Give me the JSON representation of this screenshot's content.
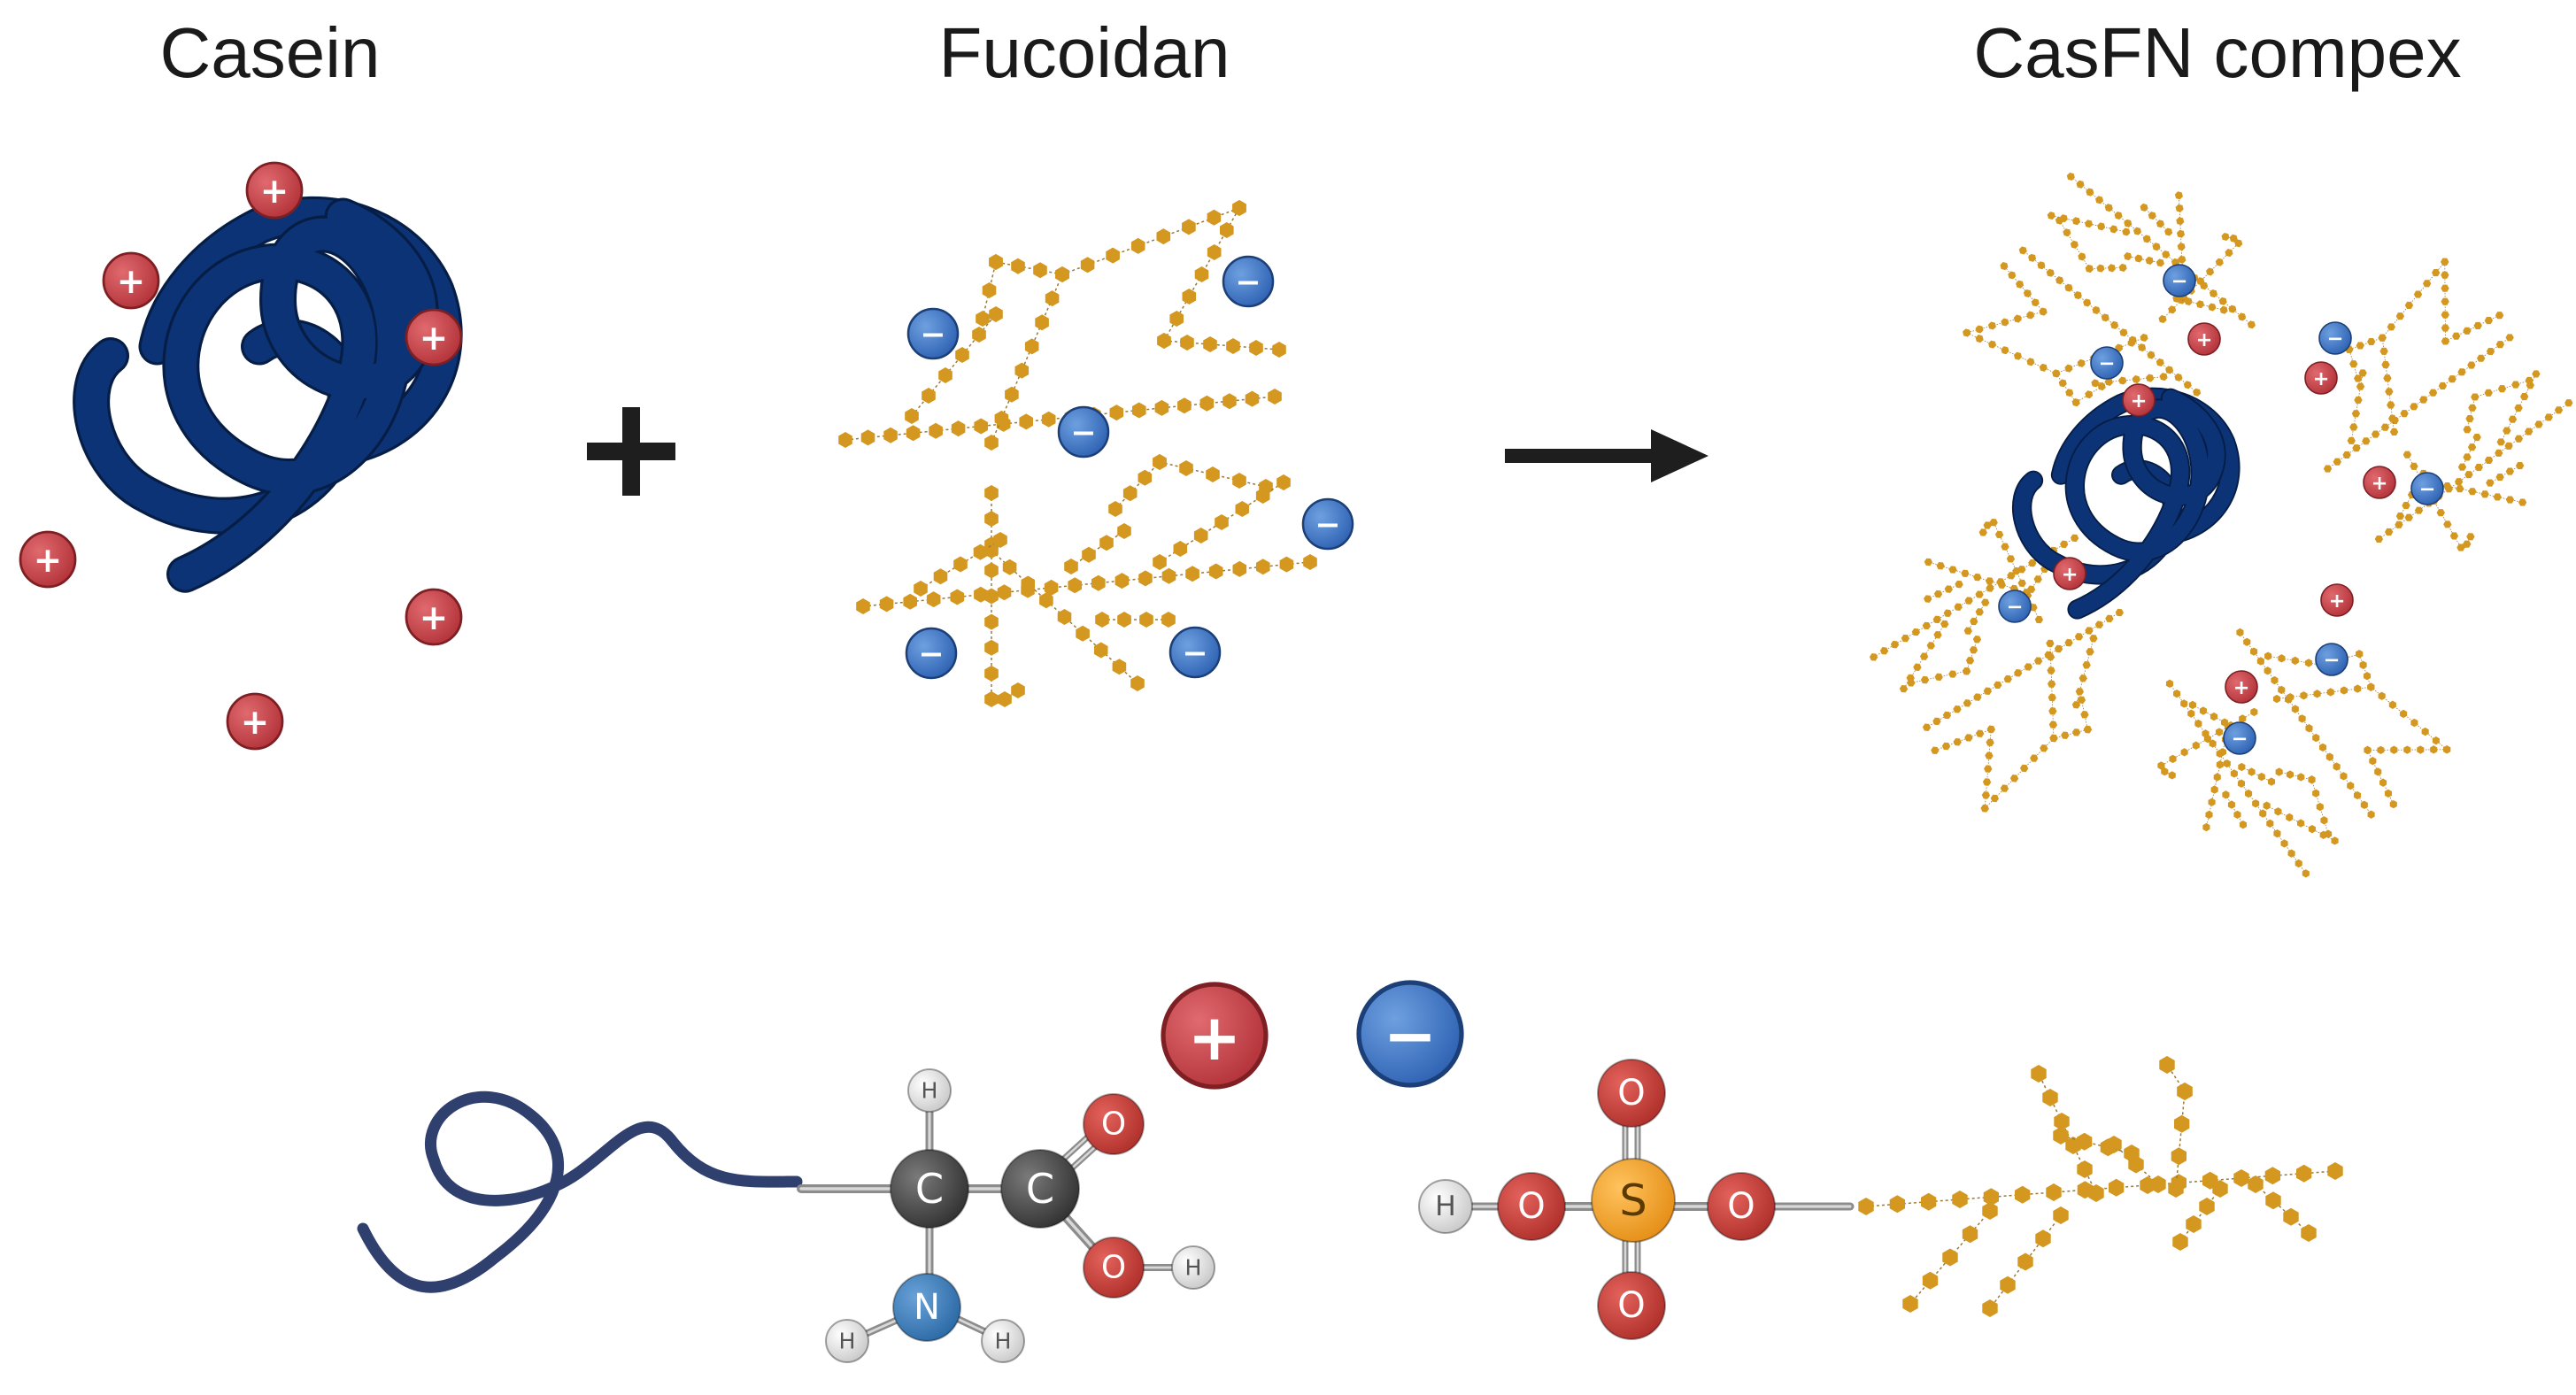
{
  "titles": {
    "casein": "Casein",
    "fucoidan": "Fucoidan",
    "complex": "CasFN compex"
  },
  "symbols": {
    "plus_operator": "+",
    "positive_charge": "+",
    "negative_charge": "−"
  },
  "atoms": {
    "carbon": "C",
    "nitrogen": "N",
    "oxygen": "O",
    "hydrogen": "H",
    "sulfur": "S"
  },
  "colors": {
    "casein_chain": "#0c3375",
    "casein_chain_light": "#2f3f6e",
    "fucoidan_beads": "#d4971f",
    "positive_charge": "#c94248",
    "negative_charge": "#3a73c6",
    "carbon_atom": "#4a4a4a",
    "nitrogen_atom": "#3b79b5",
    "oxygen_atom": "#c93b35",
    "hydrogen_atom": "#e4e4e4",
    "sulfur_atom": "#f4a12a",
    "arrow": "#1e1e1e"
  }
}
